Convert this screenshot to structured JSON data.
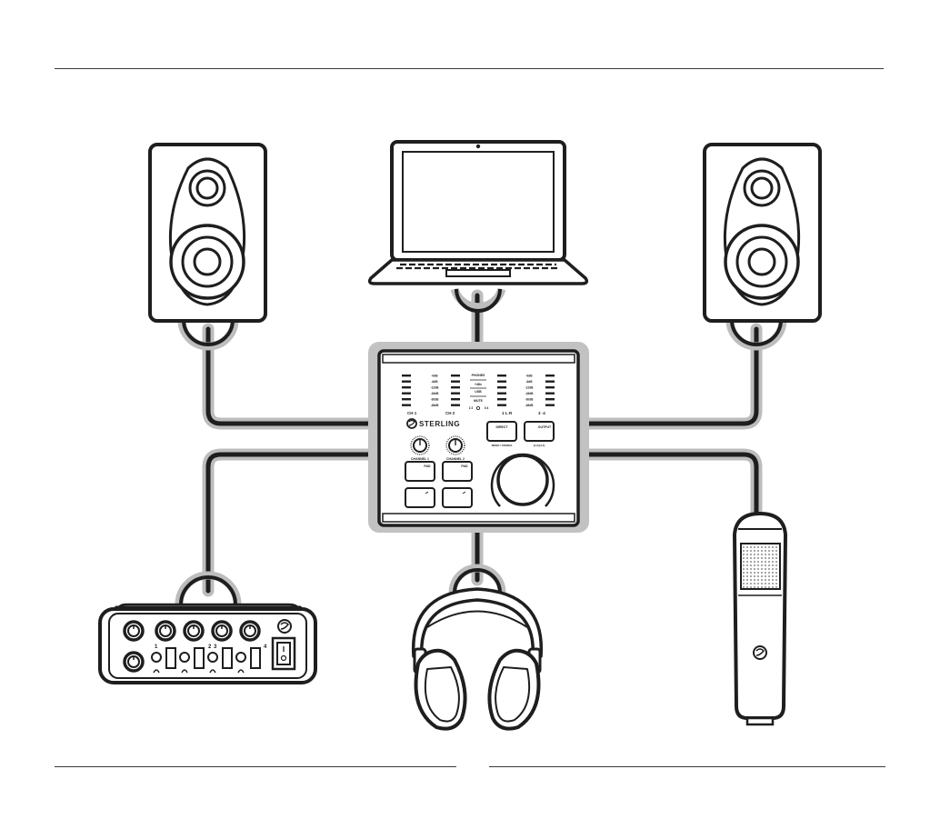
{
  "colors": {
    "ink": "#1e1e1e",
    "cable_halo": "#bdbdbd",
    "panel": "#ffffff"
  },
  "interface": {
    "brand": "STERLING",
    "meters_left_label": "CH 1",
    "meters_mid_label": "CH 2",
    "meters_right_label_1": "1 L·R",
    "meters_right_label_2": "3 ·4",
    "meter_db": [
      "-0dB",
      "-6dB",
      "-12dB",
      "-18dB",
      "-30dB",
      "-48dB"
    ],
    "center_labels": [
      "PHONES",
      "+48v",
      "USB",
      "MUTE",
      "1·2",
      "3·4"
    ],
    "direct_button": "DIRECT",
    "output_button": "OUTPUT",
    "direct_caption": "MONO / STEREO",
    "output_caption": "[1·2] [3·4]",
    "channel1_label": "CHANNEL 1",
    "channel2_label": "CHANNEL 2",
    "pad_label": "PAD"
  },
  "devices": [
    {
      "id": "speaker-left",
      "icon": "studio-monitor-icon"
    },
    {
      "id": "laptop",
      "icon": "laptop-icon"
    },
    {
      "id": "speaker-right",
      "icon": "studio-monitor-icon"
    },
    {
      "id": "headphone-amp",
      "icon": "headphone-amplifier-icon",
      "channel_numbers": [
        "1",
        "2",
        "3",
        "4"
      ]
    },
    {
      "id": "headphones",
      "icon": "headphones-icon"
    },
    {
      "id": "microphone",
      "icon": "condenser-microphone-icon"
    }
  ]
}
